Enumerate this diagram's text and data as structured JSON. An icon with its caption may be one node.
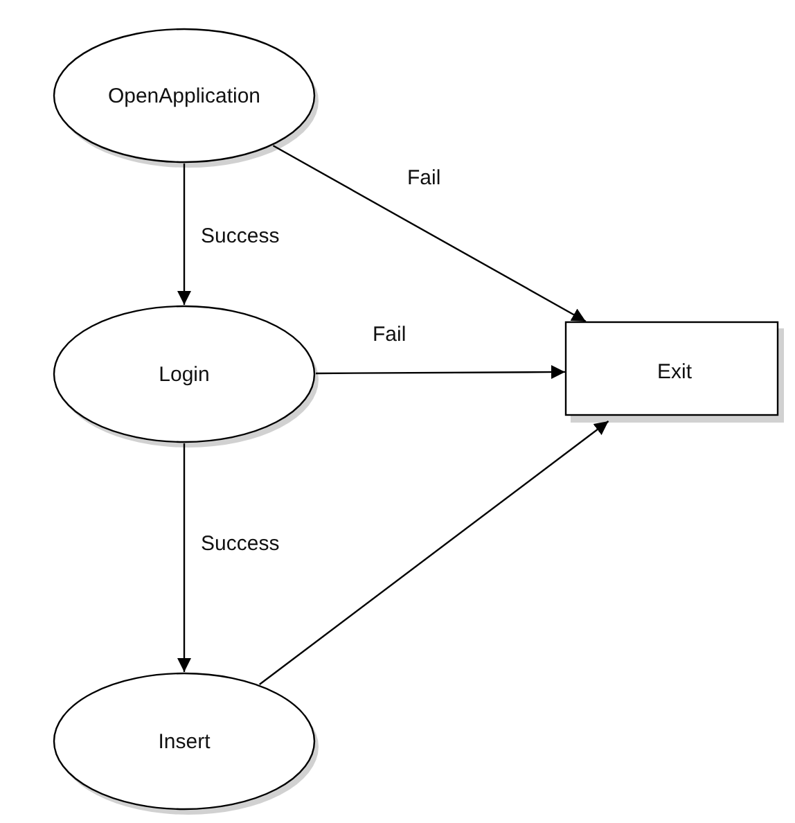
{
  "diagram": {
    "nodes": [
      {
        "text": [
          "OpenApplication"
        ]
      },
      {
        "text": [
          "Login"
        ]
      },
      {
        "text": [
          "Insert"
        ]
      },
      {
        "text": [
          "Exit"
        ]
      }
    ],
    "edges": [
      {
        "from": 0,
        "to": 1,
        "arrow": "to",
        "label": "Success"
      },
      {
        "from": 0,
        "to": 3,
        "arrow": "to",
        "label": "Fail"
      },
      {
        "from": 1,
        "to": 3,
        "arrow": "to",
        "label": "Fail"
      },
      {
        "from": 1,
        "to": 2,
        "arrow": "to",
        "label": "Success"
      },
      {
        "from": 2,
        "to": 3,
        "arrow": "to"
      }
    ]
  }
}
